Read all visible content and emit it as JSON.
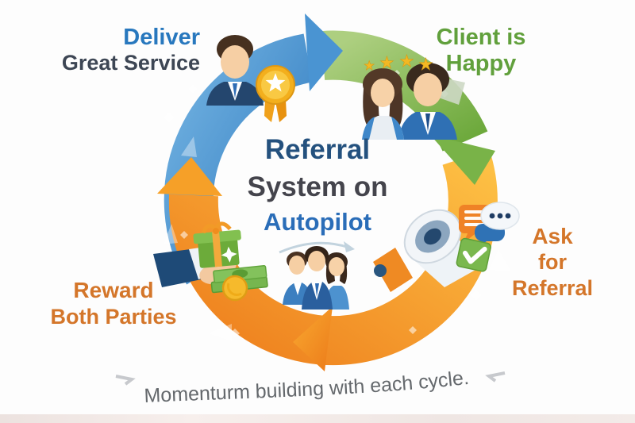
{
  "title": {
    "line1": "Referral",
    "line2": "System on",
    "line3": "Autopilot"
  },
  "stages": {
    "deliver": {
      "line1": "Deliver",
      "line2": "Great Service"
    },
    "client": {
      "line1": "Client is",
      "line2": "Happy"
    },
    "ask": {
      "line1": "Ask",
      "line2": "for Referral"
    },
    "reward": {
      "line1": "Reward",
      "line2": "Both Parties"
    }
  },
  "caption": "Momenturm building with each cycle.",
  "colors": {
    "deliver_accent": "#2878be",
    "deliver_secondary": "#3d4654",
    "client_accent": "#61a03c",
    "ask_accent": "#d4762a",
    "reward_accent": "#d4762a",
    "title_referral": "#24517e",
    "title_system": "#44444c",
    "title_autopilot": "#2a6db8",
    "caption_text": "#64686c",
    "arrow_blue": "#3180c4",
    "arrow_green": "#84bb55",
    "arrow_orange": "#f29b27",
    "star_gold": "#f2b824",
    "medal_gold": "#f3af1d"
  },
  "icons": {
    "star_glyph": "★",
    "names": [
      "businessman-icon",
      "medal-star-icon",
      "happy-clients-icon",
      "rating-stars-icon",
      "megaphone-icon",
      "speech-bubbles-icon",
      "checkmark-icon",
      "gift-hand-icon",
      "money-icon",
      "coin-icon",
      "team-icon",
      "cycle-arrow-icon",
      "caption-swoosh-icon"
    ]
  }
}
